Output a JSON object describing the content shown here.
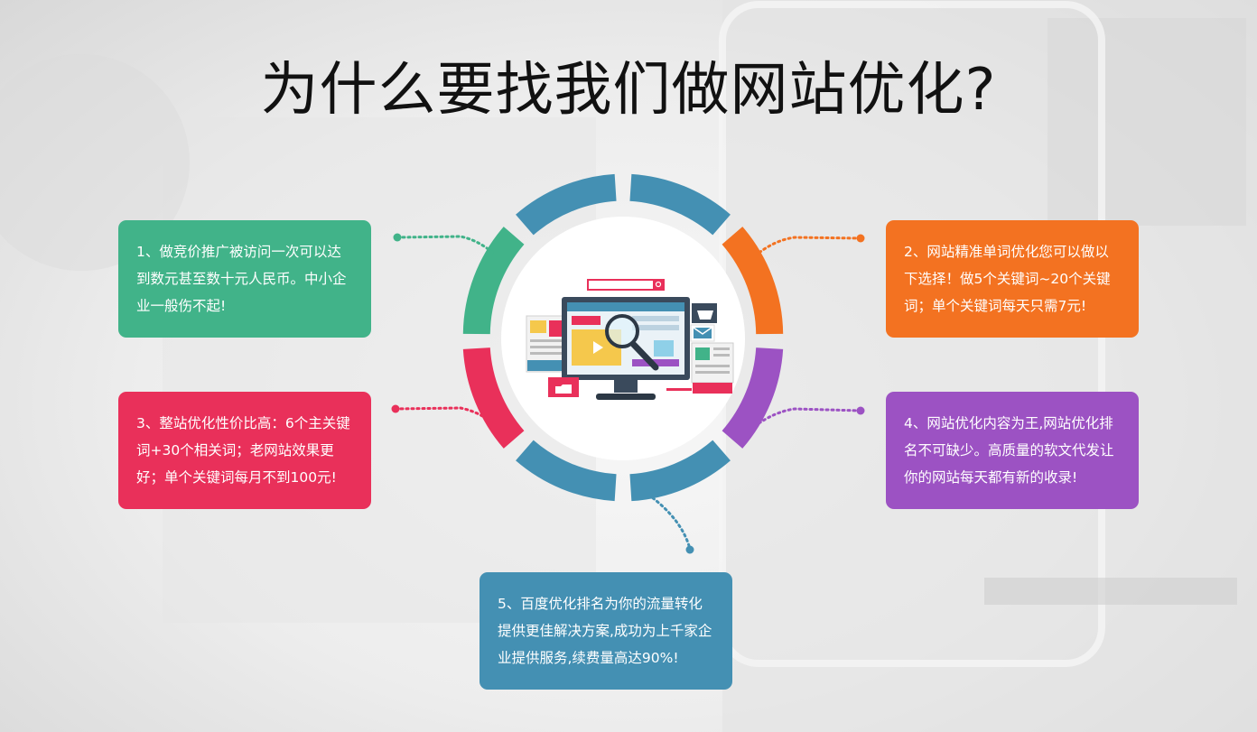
{
  "title": "为什么要找我们做网站优化?",
  "cards": [
    {
      "text": "1、做竞价推广被访问一次可以达到数元甚至数十元人民币。中小企业一般伤不起!",
      "color": "#41b389"
    },
    {
      "text": "2、网站精准单词优化您可以做以下选择！做5个关键词~20个关键词；单个关键词每天只需7元!",
      "color": "#f37221"
    },
    {
      "text": "3、整站优化性价比高：6个主关键词+30个相关词；老网站效果更好；单个关键词每月不到100元!",
      "color": "#e9305a"
    },
    {
      "text": "4、网站优化内容为王,网站优化排名不可缺少。高质量的软文代发让你的网站每天都有新的收录!",
      "color": "#9c52c3"
    },
    {
      "text": "5、百度优化排名为你的流量转化提供更佳解决方案,成功为上千家企业提供服务,续费量高达90%!",
      "color": "#4490b3"
    }
  ],
  "colors": {
    "green": "#41b389",
    "orange": "#f37221",
    "red": "#e9305a",
    "purple": "#9c52c3",
    "blue": "#4490b3"
  },
  "illustration": {
    "icons": [
      "monitor-icon",
      "magnifier-icon",
      "play-icon",
      "folder-icon",
      "mail-icon",
      "basket-icon",
      "search-bar-icon"
    ]
  }
}
